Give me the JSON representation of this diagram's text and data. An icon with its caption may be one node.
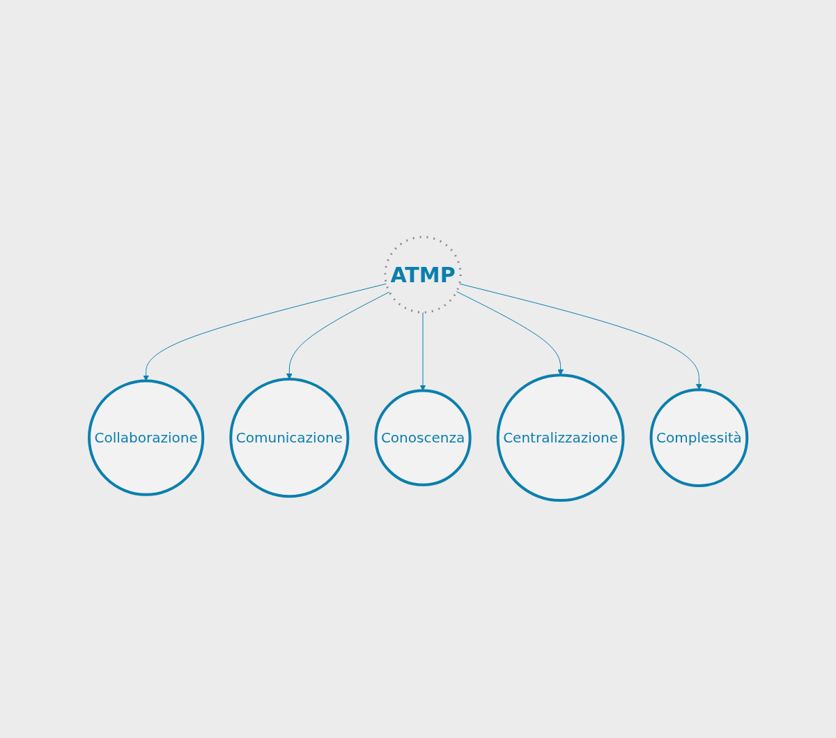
{
  "diagram": {
    "nodes": [
      {
        "text": [
          "ATMP"
        ]
      },
      {
        "text": [
          "Collaborazione"
        ]
      },
      {
        "text": [
          "Comunicazione"
        ]
      },
      {
        "text": [
          "Conoscenza"
        ]
      },
      {
        "text": [
          "Centralizzazione"
        ]
      },
      {
        "text": [
          "Complessità"
        ]
      }
    ],
    "edges": [
      {
        "from": 0,
        "to": 1,
        "arrow": "to"
      },
      {
        "from": 0,
        "to": 2,
        "arrow": "to"
      },
      {
        "from": 0,
        "to": 3,
        "arrow": "to"
      },
      {
        "from": 0,
        "to": 4,
        "arrow": "to"
      },
      {
        "from": 0,
        "to": 5,
        "arrow": "to"
      }
    ]
  }
}
